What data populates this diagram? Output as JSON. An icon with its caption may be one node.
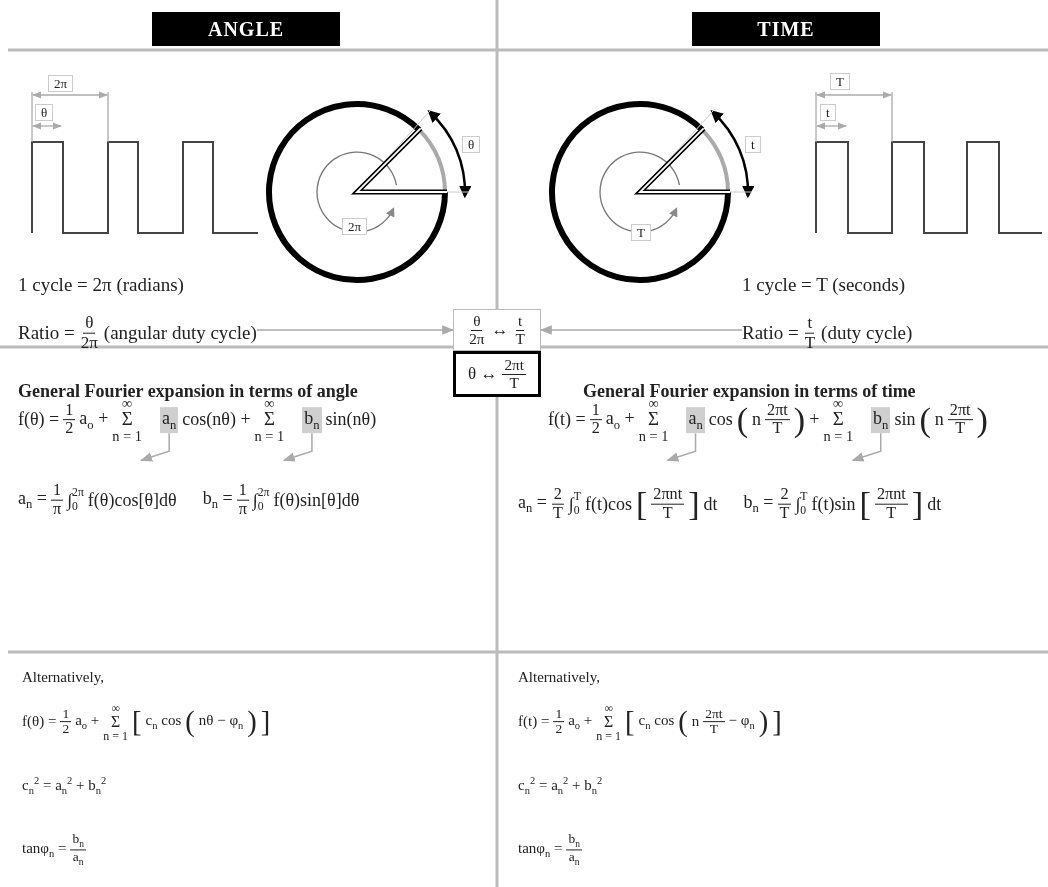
{
  "diagram": {
    "nodes": [
      {
        "text": [
          "ANGLE"
        ]
      },
      {
        "text": [
          "TIME"
        ]
      },
      {
        "text": [
          "Ratio =",
          "θ",
          "2π",
          "(angular duty cycle)"
        ]
      },
      {
        "text": [
          "θ",
          "2π",
          "↔",
          "t",
          "T"
        ]
      },
      {
        "text": [
          "Ratio =",
          "t",
          "T",
          "(duty cycle)"
        ]
      },
      {
        "text": [
          "θ ↔",
          "2πt",
          "T"
        ]
      },
      {
        "text": [
          "a$_{n}$"
        ]
      },
      {
        "text": [
          "b$_{n}$"
        ]
      },
      {
        "text": [
          "a$_{n}$"
        ]
      },
      {
        "text": [
          "b$_{n}$"
        ]
      }
    ],
    "edges": [
      {
        "from": 2,
        "to": 3,
        "arrow": "to"
      },
      {
        "from": 4,
        "to": 3,
        "arrow": "to"
      },
      {
        "from": 6,
        "to": null,
        "arrow": "to"
      },
      {
        "from": 7,
        "to": null,
        "arrow": "to"
      },
      {
        "from": 8,
        "to": null,
        "arrow": "to"
      },
      {
        "from": 9,
        "to": null,
        "arrow": "to"
      }
    ],
    "labels": [
      "2π",
      "θ",
      "θ",
      "2π",
      "T",
      "t",
      "t",
      "T",
      "1 cycle = 2π (radians)",
      "1 cycle = T (seconds)",
      "General Fourier expansion in terms of angle",
      "General Fourier expansion in terms of time",
      "f(θ) =",
      "1",
      "2",
      "a$_{o}$ +",
      "∞",
      "Σ",
      "n = 1",
      "cos(nθ) +",
      "∞",
      "Σ",
      "n = 1",
      "sin(nθ)",
      "f(t) =",
      "1",
      "2",
      "a$_{o}$ +",
      "∞",
      "Σ",
      "n = 1",
      "cos",
      "(",
      "n",
      "2πt",
      "T",
      ")",
      "+",
      "∞",
      "Σ",
      "n = 1",
      "sin",
      "(",
      "n",
      "2πt",
      "T",
      ")",
      "a$_{n}$ =",
      "1",
      "π",
      "∫",
      "2π",
      "0",
      "f(θ)cos[θ]dθ",
      "b$_{n}$ =",
      "1",
      "π",
      "∫",
      "2π",
      "0",
      "f(θ)sin[θ]dθ",
      "a$_{n}$ =",
      "2",
      "T",
      "∫",
      "T",
      "0",
      "f(t)cos",
      "[",
      "2πnt",
      "T",
      "]",
      "dt",
      "b$_{n}$ =",
      "2",
      "T",
      "∫",
      "T",
      "0",
      "f(t)sin",
      "[",
      "2πnt",
      "T",
      "]",
      "dt",
      "Alternatively,",
      "f(θ) =",
      "1",
      "2",
      "a$_{o}$ +",
      "∞",
      "Σ",
      "n = 1",
      "[",
      "c$_{n}$ cos",
      "(",
      "nθ − φ$_{n}$",
      ")",
      "]",
      "c$_{n}$$^{2}$ = a$_{n}$$^{2}$ + b$_{n}$$^{2}$",
      "tanφ$_{n}$ =",
      "b$_{n}$",
      "a$_{n}$",
      "Alternatively,",
      "f(t) =",
      "1",
      "2",
      "a$_{o}$ +",
      "∞",
      "Σ",
      "n = 1",
      "[",
      "c$_{n}$ cos",
      "(",
      "n",
      "2πt",
      "T",
      "− φ$_{n}$",
      ")",
      "]",
      "c$_{n}$$^{2}$ = a$_{n}$$^{2}$ + b$_{n}$$^{2}$",
      "tanφ$_{n}$ =",
      "b$_{n}$",
      "a$_{n}$"
    ]
  }
}
